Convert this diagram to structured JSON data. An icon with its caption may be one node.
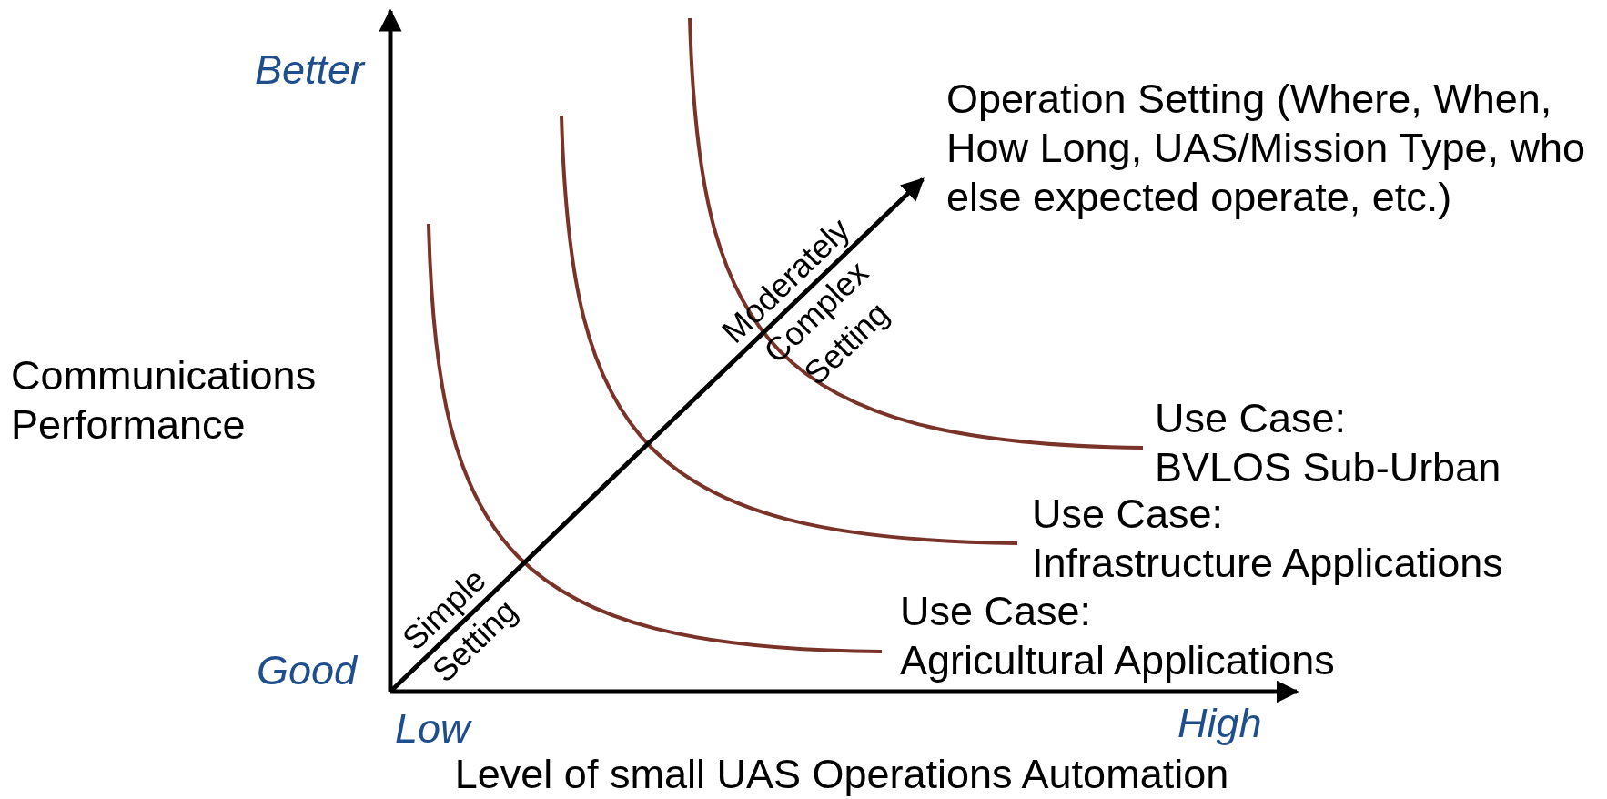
{
  "diagram": {
    "labels": [
      "Better",
      "Operation Setting (Where, When, How Long, UAS/Mission Type, who else expected operate, etc.)",
      "Moderately Complex Setting",
      "Communications Performance",
      "Use Case: BVLOS Sub-Urban",
      "Use Case: Infrastructure Applications",
      "Simple Setting",
      "Use Case: Agricultural Applications",
      "Good",
      "Low",
      "High",
      "Level of small UAS Operations Automation"
    ]
  }
}
